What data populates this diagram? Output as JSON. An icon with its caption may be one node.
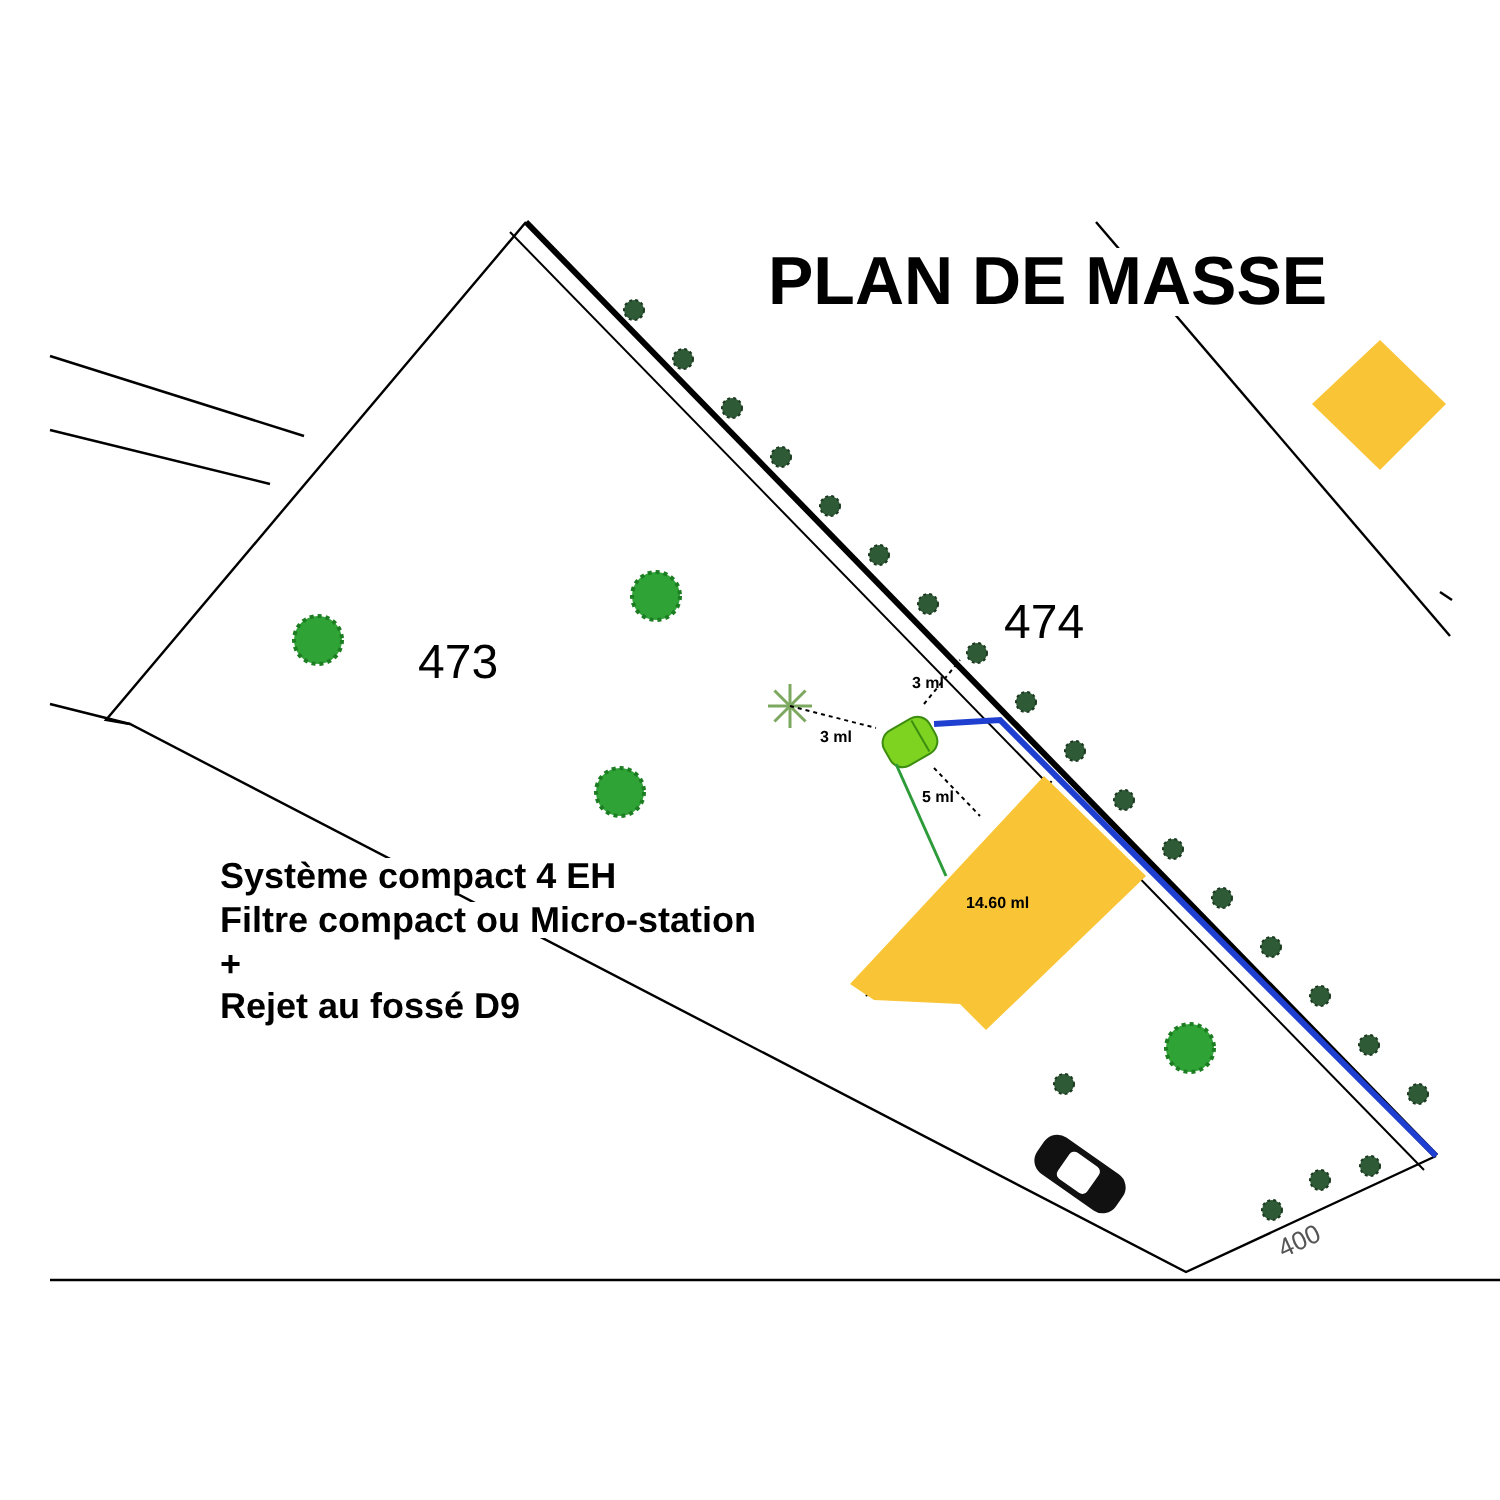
{
  "diagram": {
    "title": "PLAN DE MASSE",
    "nodes": [
      {
        "text": [],
        "shape": "box"
      },
      {
        "text": [],
        "shape": "cylinder"
      }
    ],
    "edges": [
      {
        "from": 1,
        "to": 0,
        "arrow": "none",
        "color": "#2e9b3a"
      },
      {
        "from": 1,
        "to": null,
        "arrow": "none",
        "style": "thick",
        "color": "#1f3fd0"
      }
    ],
    "labels": [
      "474",
      "473",
      "3 ml",
      "3 ml",
      "5 ml",
      "14.60 ml",
      "Système compact 4 EH",
      "Filtre compact ou Micro-station",
      "+",
      "Rejet au fossé D9",
      "400"
    ]
  }
}
